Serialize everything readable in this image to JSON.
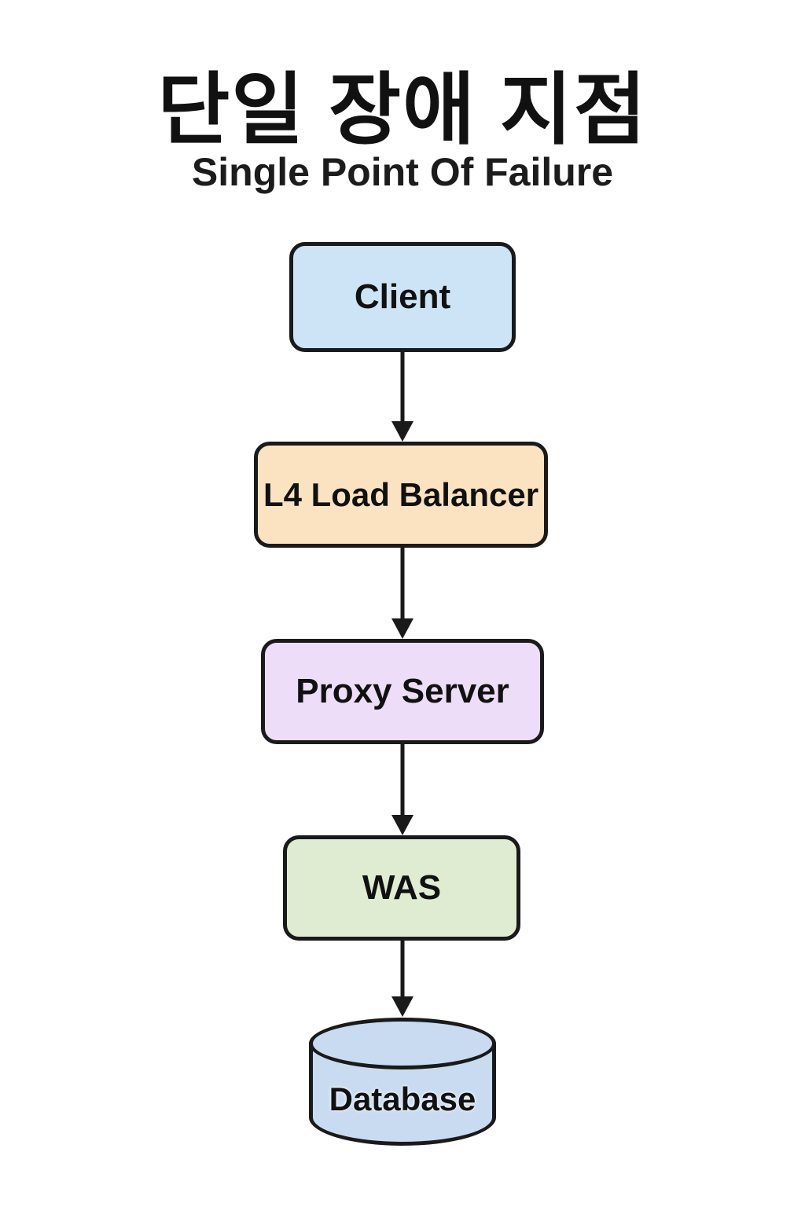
{
  "title": "단일 장애 지점",
  "subtitle": "Single Point Of Failure",
  "colors": {
    "background": "#ffffff",
    "border": "#1a1a1a",
    "text": "#111111"
  },
  "diagram": {
    "type": "flowchart",
    "direction": "top-to-bottom",
    "nodes": [
      {
        "id": "client",
        "label": "Client",
        "shape": "rounded-rect",
        "fill": "#cce4f6"
      },
      {
        "id": "l4-load-balancer",
        "label": "L4 Load Balancer",
        "shape": "rounded-rect",
        "fill": "#fbe3c2"
      },
      {
        "id": "proxy-server",
        "label": "Proxy Server",
        "shape": "rounded-rect",
        "fill": "#eeddf8"
      },
      {
        "id": "was",
        "label": "WAS",
        "shape": "rounded-rect",
        "fill": "#dfecd2"
      },
      {
        "id": "database",
        "label": "Database",
        "shape": "cylinder",
        "fill": "#c9dbf1"
      }
    ],
    "edges": [
      {
        "from": "client",
        "to": "l4-load-balancer",
        "style": "arrow-down"
      },
      {
        "from": "l4-load-balancer",
        "to": "proxy-server",
        "style": "arrow-down"
      },
      {
        "from": "proxy-server",
        "to": "was",
        "style": "arrow-down"
      },
      {
        "from": "was",
        "to": "database",
        "style": "arrow-down"
      }
    ]
  }
}
